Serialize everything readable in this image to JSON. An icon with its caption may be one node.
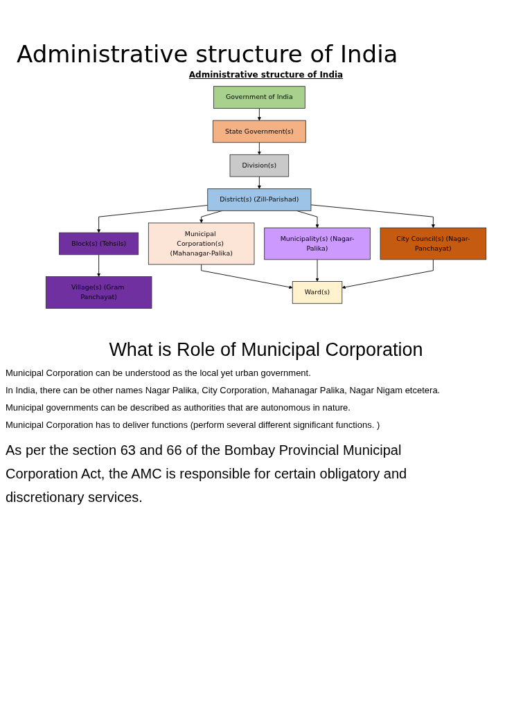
{
  "diagram": {
    "title": "Administrative structure of India",
    "nodes": [
      {
        "text": [
          "Government of India"
        ]
      },
      {
        "text": [
          "State Government(s)"
        ]
      },
      {
        "text": [
          "Division(s)"
        ]
      },
      {
        "text": [
          "District(s) (Zill-Parishad)"
        ]
      },
      {
        "text": [
          "Block(s) (Tehsils)"
        ]
      },
      {
        "text": [
          "Municipal Corporation(s) (Mahanagar-Palika)"
        ]
      },
      {
        "text": [
          "Municipality(s) (Nagar-Palika)"
        ]
      },
      {
        "text": [
          "City Council(s) (Nagar-Panchayat)"
        ]
      },
      {
        "text": [
          "Village(s) (Gram Panchayat)"
        ]
      },
      {
        "text": [
          "Ward(s)"
        ]
      }
    ],
    "edges": [
      {
        "from": 0,
        "to": 1,
        "arrow": "to"
      },
      {
        "from": 1,
        "to": 2,
        "arrow": "to"
      },
      {
        "from": 2,
        "to": 3,
        "arrow": "to"
      },
      {
        "from": 3,
        "to": 4,
        "arrow": "to"
      },
      {
        "from": 3,
        "to": 5,
        "arrow": "to"
      },
      {
        "from": 3,
        "to": 6,
        "arrow": "to"
      },
      {
        "from": 3,
        "to": 7,
        "arrow": "to"
      },
      {
        "from": 4,
        "to": 8,
        "arrow": "to"
      },
      {
        "from": 5,
        "to": 9,
        "arrow": "to"
      },
      {
        "from": 6,
        "to": 9,
        "arrow": "to"
      },
      {
        "from": 7,
        "to": 9,
        "arrow": "to"
      }
    ],
    "labels": [
      "Administrative structure of India",
      "What is Role of  Municipal Corporation",
      "Municipal Corporation can be understood as the local yet urban government.",
      "In India, there can be other names Nagar Palika, City Corporation, Mahanagar Palika, Nagar Nigam etcetera.",
      "Municipal governments can be described as authorities that are autonomous in nature.",
      "Municipal Corporation has to deliver functions (perform several different significant functions. )",
      "As per the section 63 and 66 of the Bombay Provincial Municipal Corporation Act, the AMC is responsible for certain obligatory and discretionary services."
    ]
  }
}
